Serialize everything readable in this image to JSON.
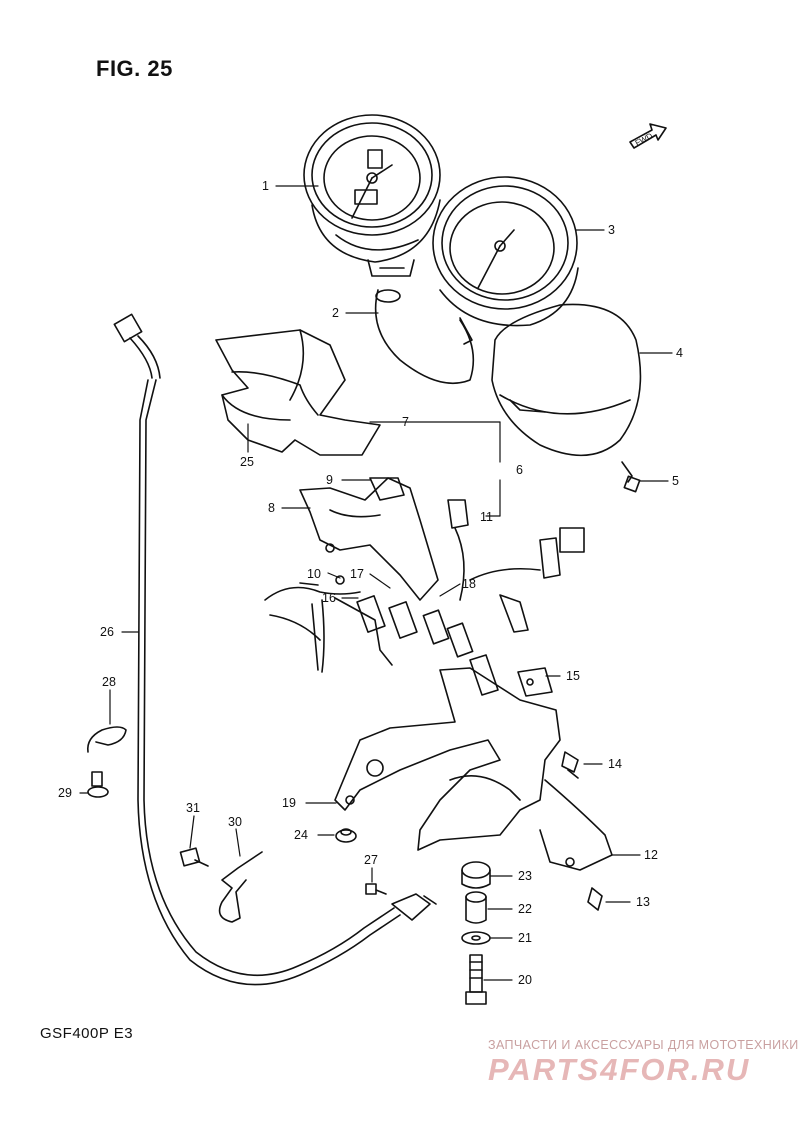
{
  "figure": {
    "title": "FIG. 25",
    "model": "GSF400P  E3",
    "fwd_label": "FWD"
  },
  "watermark": {
    "line1": "ЗАПЧАСТИ И АКСЕССУАРЫ ДЛЯ МОТОТЕХНИКИ",
    "logo": "PARTS4FOR.RU"
  },
  "callouts": {
    "c1": "1",
    "c2": "2",
    "c3": "3",
    "c4": "4",
    "c5": "5",
    "c6": "6",
    "c7": "7",
    "c8": "8",
    "c9": "9",
    "c10": "10",
    "c11": "11",
    "c12": "12",
    "c13": "13",
    "c14": "14",
    "c15": "15",
    "c16": "16",
    "c17": "17",
    "c18": "18",
    "c19": "19",
    "c20": "20",
    "c21": "21",
    "c22": "22",
    "c23": "23",
    "c24": "24",
    "c25": "25",
    "c26": "26",
    "c27": "27",
    "c28": "28",
    "c29": "29",
    "c30": "30",
    "c31": "31"
  }
}
